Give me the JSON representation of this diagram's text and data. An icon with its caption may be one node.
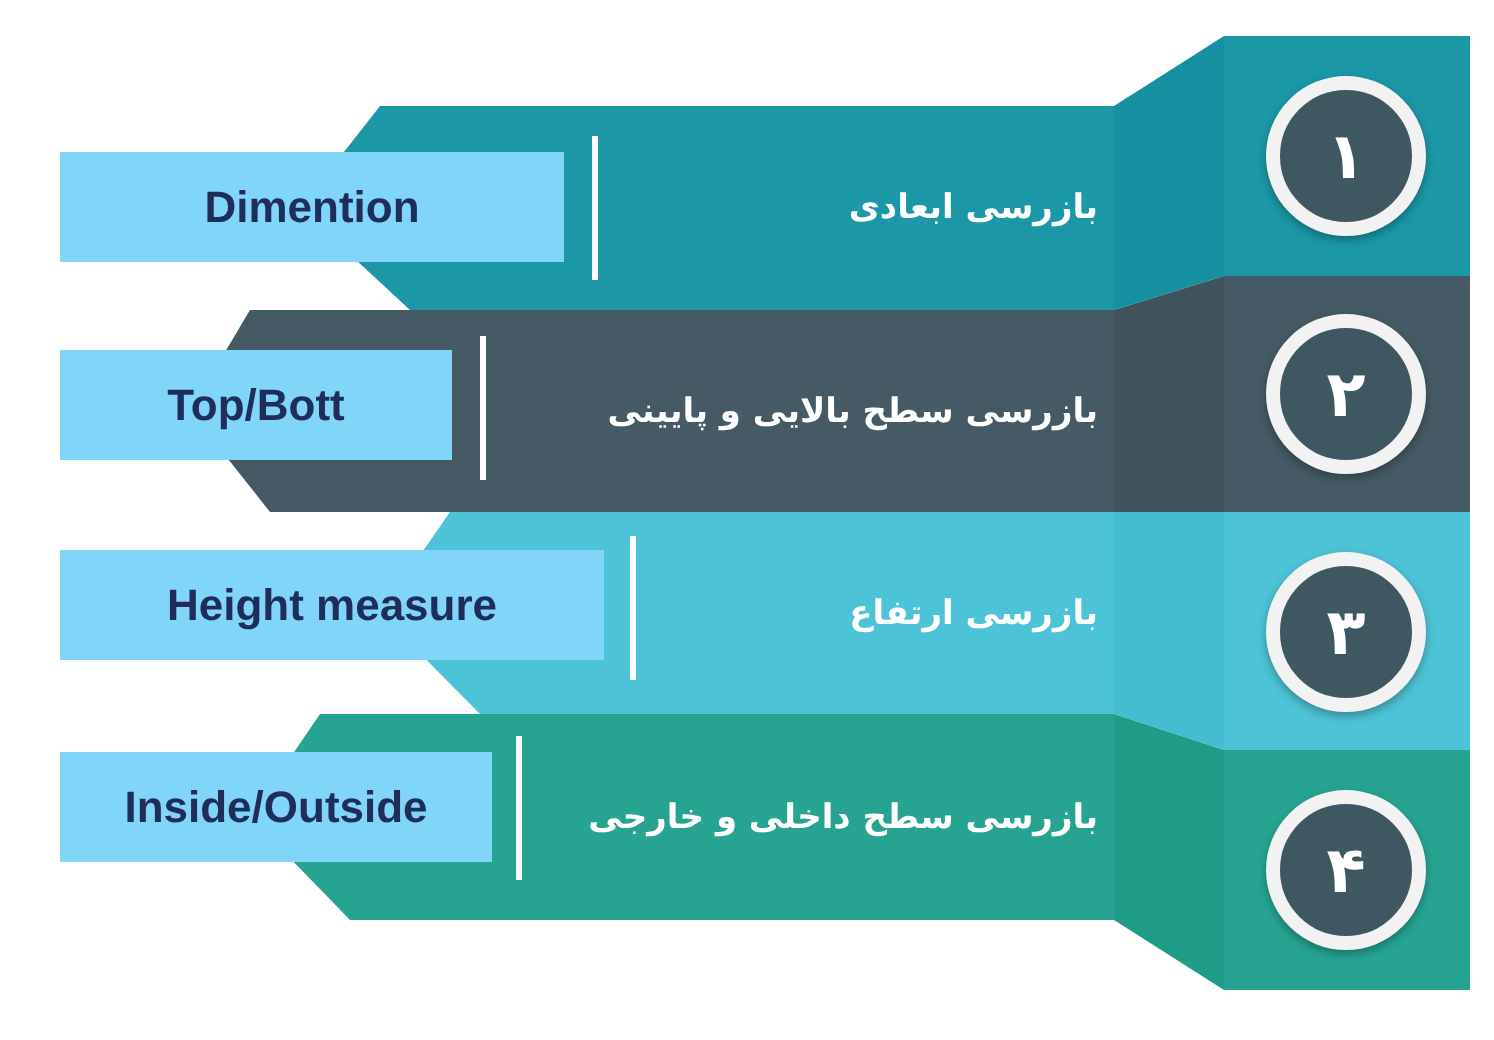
{
  "diagram": {
    "nodes": [
      {
        "text": [
          "بازرسی ابعادی"
        ]
      },
      {
        "text": [
          "Dimention"
        ]
      },
      {
        "text": [
          "۱"
        ]
      },
      {
        "text": [
          "بازرسی سطح بالایی و پایینی"
        ]
      },
      {
        "text": [
          "Top/Bott"
        ]
      },
      {
        "text": [
          "۲"
        ]
      },
      {
        "text": [
          "بازرسی ارتفاع"
        ]
      },
      {
        "text": [
          "Height measure"
        ]
      },
      {
        "text": [
          "۳"
        ]
      },
      {
        "text": [
          "بازرسی سطح داخلی و خارجی"
        ]
      },
      {
        "text": [
          "Inside/Outside"
        ]
      },
      {
        "text": [
          "۴"
        ]
      }
    ]
  }
}
